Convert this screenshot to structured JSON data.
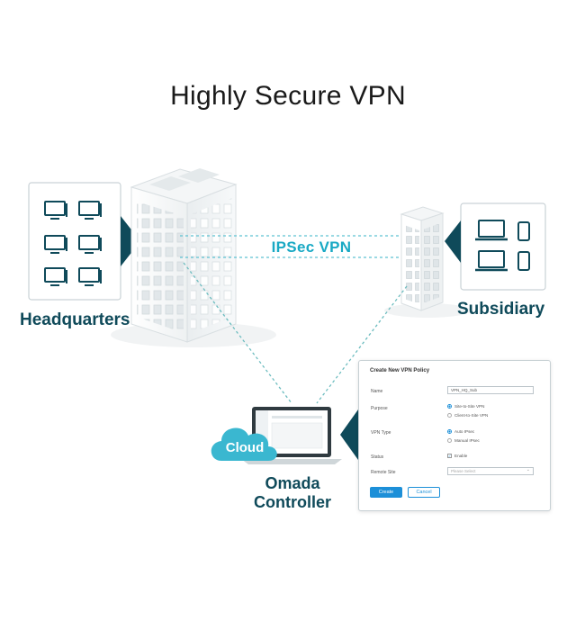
{
  "title": "Highly Secure VPN",
  "labels": {
    "headquarters": "Headquarters",
    "subsidiary": "Subsidiary",
    "ipsec": "IPSec VPN",
    "cloud": "Cloud",
    "controller_line1": "Omada",
    "controller_line2": "Controller"
  },
  "panel": {
    "title": "Create New VPN Policy",
    "name_label": "Name",
    "name_value": "VPN_HQ_Sub",
    "purpose_label": "Purpose",
    "purpose_opt1": "Site-to-Site VPN",
    "purpose_opt2": "Client-to-Site VPN",
    "vpn_type_label": "VPN Type",
    "vpn_type_opt1": "Auto IPsec",
    "vpn_type_opt2": "Manual IPsec",
    "status_label": "Status",
    "status_value": "Enable",
    "remote_site_label": "Remote Site",
    "remote_site_placeholder": "Please Select",
    "create_button": "Create",
    "cancel_button": "Cancel"
  },
  "colors": {
    "dark_teal": "#0f4a5a",
    "accent_teal": "#19a9c4",
    "button_blue": "#1c8fd8"
  }
}
